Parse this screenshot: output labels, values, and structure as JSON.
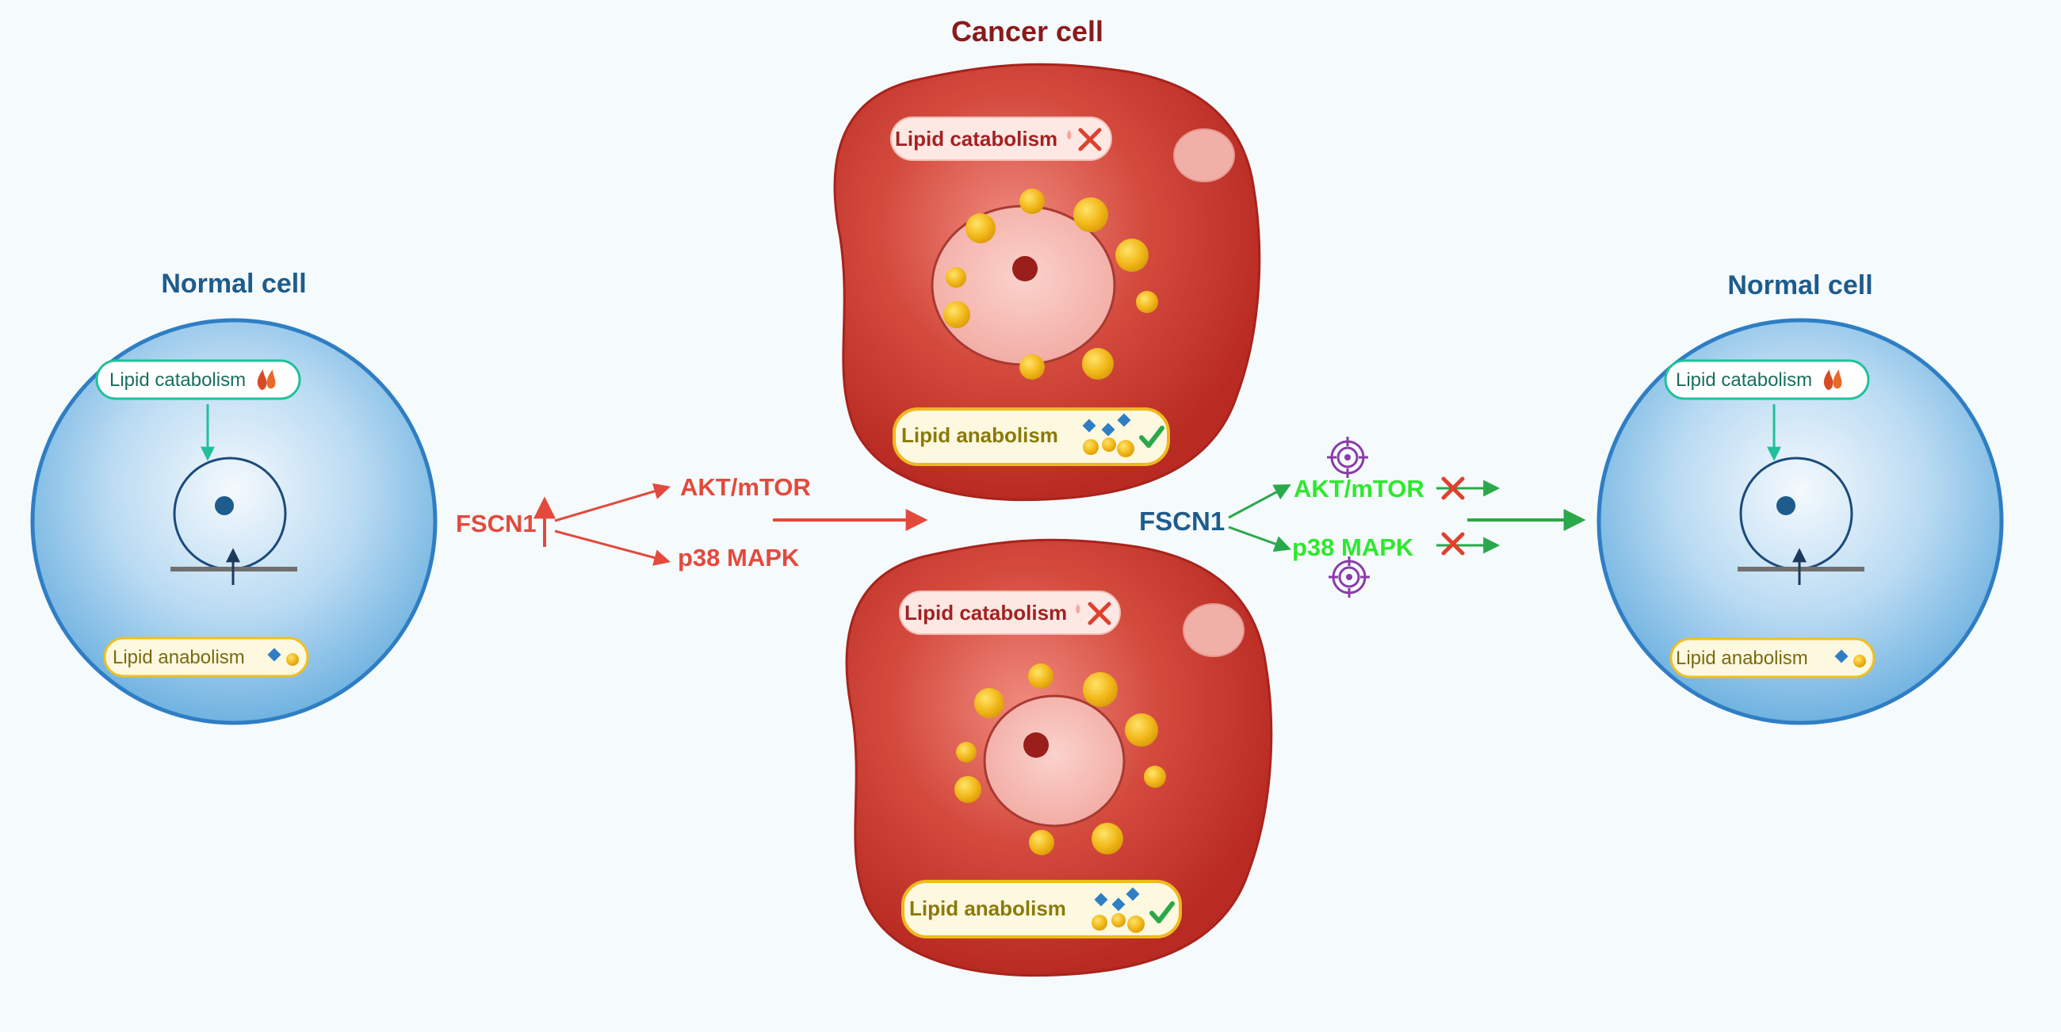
{
  "left_cell": {
    "title": "Normal cell",
    "catabolism_label": "Lipid catabolism",
    "anabolism_label": "Lipid anabolism"
  },
  "right_cell": {
    "title": "Normal cell",
    "catabolism_label": "Lipid catabolism",
    "anabolism_label": "Lipid anabolism"
  },
  "cancer_top": {
    "title": "Cancer cell",
    "catabolism_label": "Lipid catabolism",
    "anabolism_label": "Lipid anabolism"
  },
  "cancer_bottom": {
    "catabolism_label": "Lipid catabolism",
    "anabolism_label": "Lipid anabolism"
  },
  "upregulation": {
    "gene": "FSCN1",
    "pathway_1": "AKT/mTOR",
    "pathway_2": "p38 MAPK"
  },
  "inhibition": {
    "gene": "FSCN1",
    "pathway_1": "AKT/mTOR",
    "pathway_2": "p38 MAPK"
  },
  "colors": {
    "normal_cell": "#7fbde6",
    "cancer_cell": "#c8352c",
    "upregulation_arrow": "#e34a3c",
    "inhibition_arrow": "#2aa84a",
    "target_icon": "#8a3ca8",
    "lipid_droplet": "#f0b81e"
  }
}
